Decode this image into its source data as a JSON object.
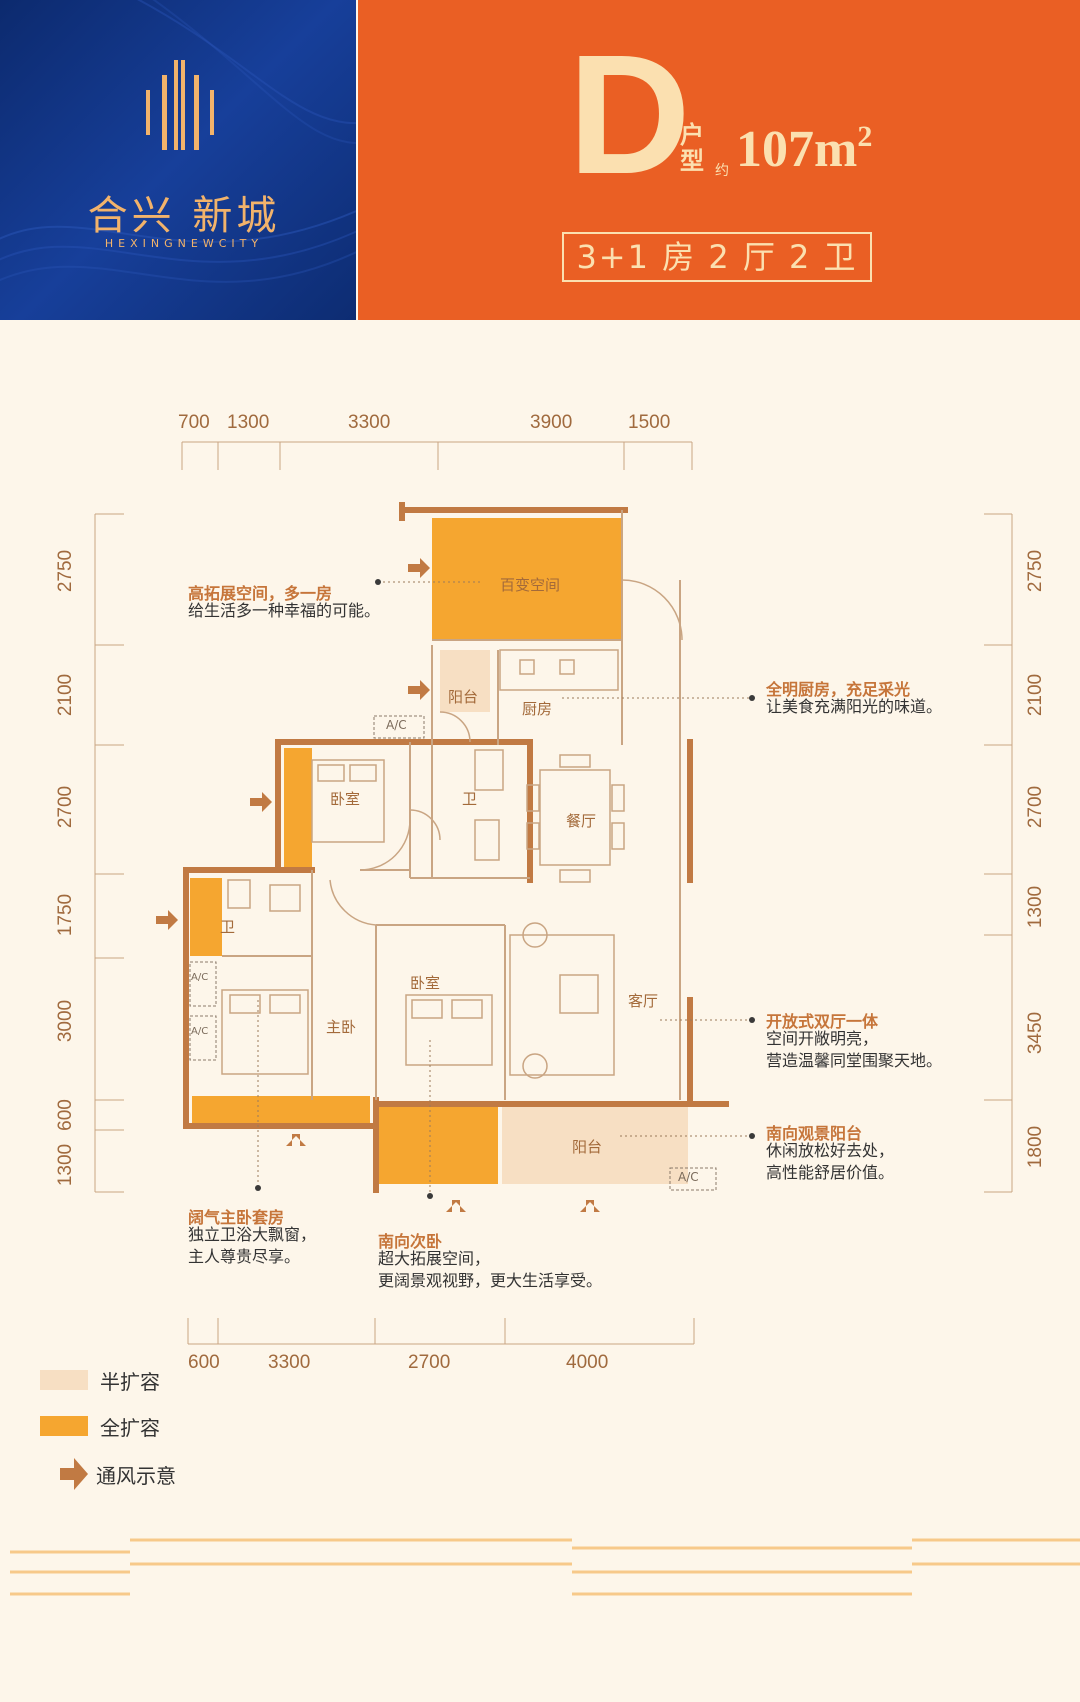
{
  "brand": {
    "name": "合兴 新城",
    "name_en": "HEXINGNEWCITY"
  },
  "unit": {
    "letter": "D",
    "word": "户型",
    "about": "约",
    "area": "107m",
    "area_sup": "2",
    "layout": "3+1 房 2 厅 2 卫"
  },
  "dimensions": {
    "top": [
      "700",
      "1300",
      "3300",
      "3900",
      "1500"
    ],
    "bottom": [
      "600",
      "3300",
      "2700",
      "4000"
    ],
    "left": [
      "2750",
      "2100",
      "2700",
      "1750",
      "3000",
      "600",
      "1300"
    ],
    "right": [
      "2750",
      "2100",
      "2700",
      "1300",
      "3450",
      "1800"
    ]
  },
  "rooms": {
    "flex_space": "百变空间",
    "balcony_north": "阳台",
    "kitchen": "厨房",
    "ac_1": "A/C",
    "bedroom_1": "卧室",
    "bath_1": "卫",
    "dining": "餐厅",
    "bath_2": "卫",
    "master": "主卧",
    "bedroom_2": "卧室",
    "living": "客厅",
    "balcony_south": "阳台",
    "ac_2": "A/C",
    "ac_3": "A/C",
    "ac_4": "A/C"
  },
  "annotations": [
    {
      "title": "高拓展空间，多一房",
      "lines": [
        "给生活多一种幸福的可能。"
      ]
    },
    {
      "title": "全明厨房，充足采光",
      "lines": [
        "让美食充满阳光的味道。"
      ]
    },
    {
      "title": "开放式双厅一体",
      "lines": [
        "空间开敞明亮，",
        "营造温馨同堂围聚天地。"
      ]
    },
    {
      "title": "南向观景阳台",
      "lines": [
        "休闲放松好去处，",
        "高性能舒居价值。"
      ]
    },
    {
      "title": "阔气主卧套房",
      "lines": [
        "独立卫浴大飘窗，",
        "主人尊贵尽享。"
      ]
    },
    {
      "title": "南向次卧",
      "lines": [
        "超大拓展空间，",
        "更阔景观视野，更大生活享受。"
      ]
    }
  ],
  "legend": [
    {
      "label": "半扩容",
      "color": "#f7dfc3"
    },
    {
      "label": "全扩容",
      "color": "#f5a630"
    },
    {
      "label": "通风示意",
      "color": "#c9743a"
    }
  ],
  "colors": {
    "blue": "#173f9a",
    "orange": "#ea5f24",
    "gold": "#f2b36b",
    "wall": "#c17a43",
    "full": "#f5a630",
    "half": "#f7dfc3"
  }
}
